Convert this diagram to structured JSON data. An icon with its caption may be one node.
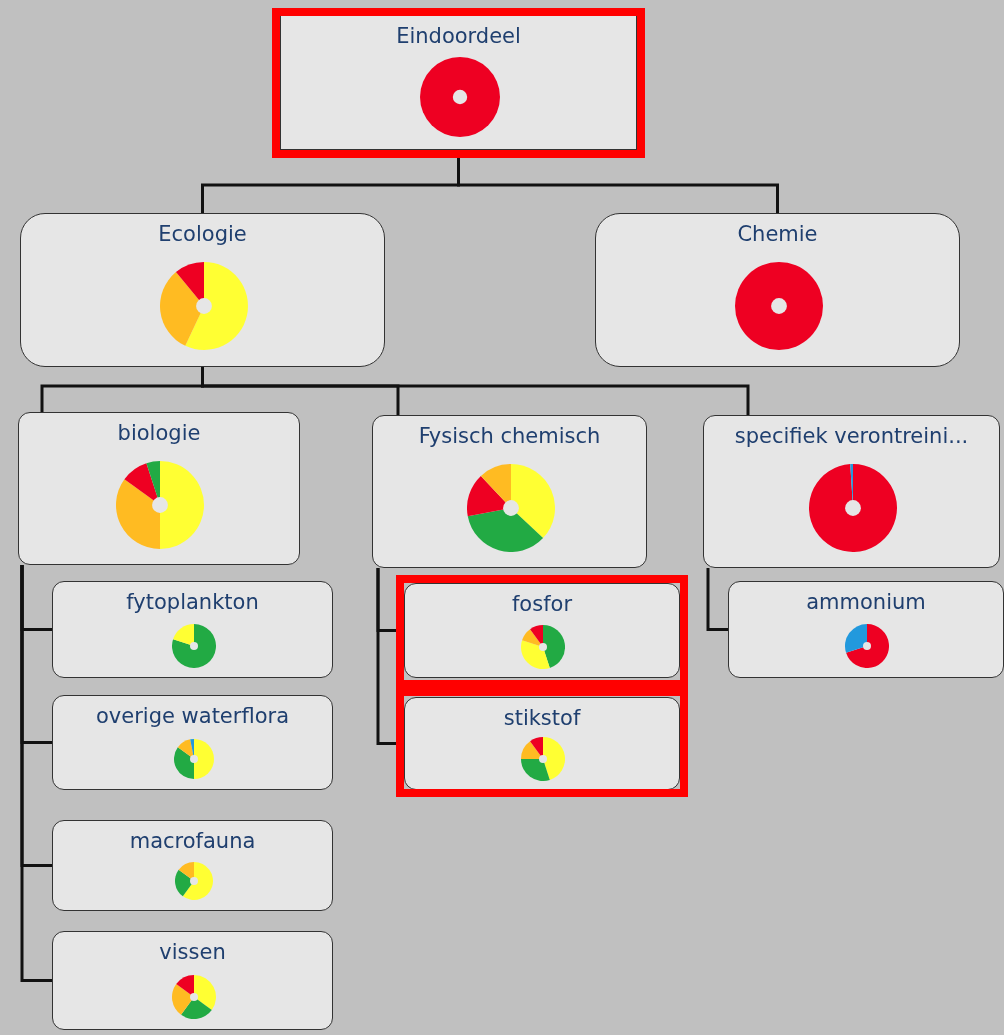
{
  "diagram": {
    "nodes": [
      {
        "text": [
          "Eindoordeel"
        ]
      },
      {
        "text": [
          "Ecologie"
        ]
      },
      {
        "text": [
          "Chemie"
        ]
      },
      {
        "text": [
          "biologie"
        ]
      },
      {
        "text": [
          "Fysisch chemisch"
        ]
      },
      {
        "text": [
          "specifiek verontreini..."
        ]
      },
      {
        "text": [
          "fytoplankton"
        ]
      },
      {
        "text": [
          "overige waterflora"
        ]
      },
      {
        "text": [
          "macrofauna"
        ]
      },
      {
        "text": [
          "vissen"
        ]
      },
      {
        "text": [
          "fosfor"
        ]
      },
      {
        "text": [
          "stikstof"
        ]
      },
      {
        "text": [
          "ammonium"
        ]
      }
    ],
    "edges": [
      {
        "from": 0,
        "to": 1,
        "arrow": "none"
      },
      {
        "from": 0,
        "to": 2,
        "arrow": "none"
      },
      {
        "from": 1,
        "to": 3,
        "arrow": "none"
      },
      {
        "from": 1,
        "to": 4,
        "arrow": "none"
      },
      {
        "from": 1,
        "to": 5,
        "arrow": "none"
      },
      {
        "from": 3,
        "to": 6,
        "arrow": "none"
      },
      {
        "from": 3,
        "to": 7,
        "arrow": "none"
      },
      {
        "from": 3,
        "to": 8,
        "arrow": "none"
      },
      {
        "from": 3,
        "to": 9,
        "arrow": "none"
      },
      {
        "from": 4,
        "to": 10,
        "arrow": "none"
      },
      {
        "from": 4,
        "to": 11,
        "arrow": "none"
      },
      {
        "from": 5,
        "to": 12,
        "arrow": "none"
      }
    ]
  }
}
